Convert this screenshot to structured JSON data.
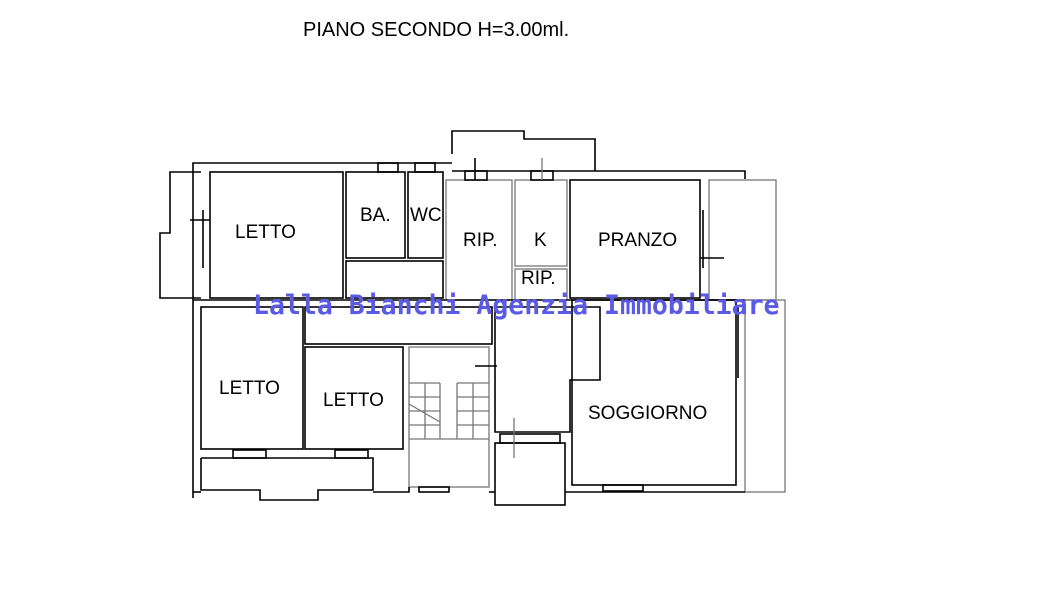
{
  "title": "PIANO SECONDO H=3.00ml.",
  "watermark": "Lalla Bianchi Agenzia Immobiliare",
  "rooms": {
    "letto_1": "LETTO",
    "bagno": "BA.",
    "wc": "WC",
    "ripostiglio_1": "RIP.",
    "cucina": "K",
    "ripostiglio_2": "RIP.",
    "pranzo": "PRANZO",
    "letto_2": "LETTO",
    "letto_3": "LETTO",
    "soggiorno": "SOGGIORNO"
  },
  "colors": {
    "watermark": "#5a5ae6",
    "walls": "#000000"
  }
}
